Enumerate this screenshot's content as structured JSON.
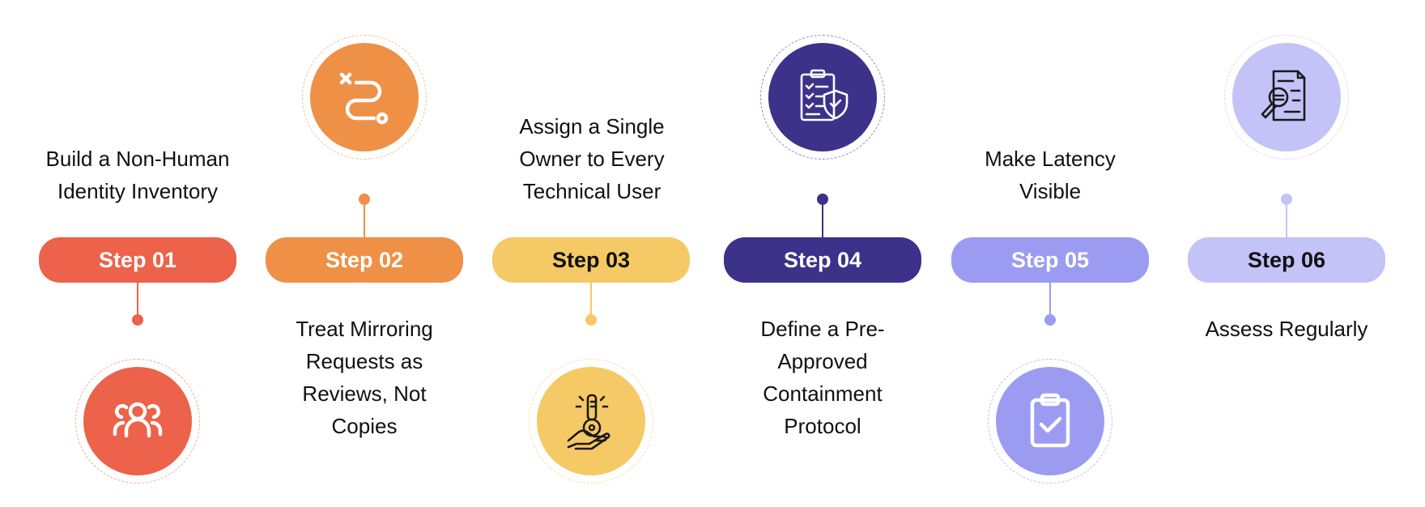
{
  "steps": [
    {
      "step": "Step 01",
      "label_lines": [
        "Build a Non-Human",
        "Identity Inventory"
      ],
      "icon": "team-users-icon",
      "color": "#ec624a",
      "text_color": "#ffffff",
      "ring_color": "#f4a493"
    },
    {
      "step": "Step 02",
      "label_lines": [
        "Treat Mirroring",
        "Requests as",
        "Reviews, Not",
        "Copies"
      ],
      "icon": "route-path-icon",
      "color": "#ef9047",
      "text_color": "#ffffff",
      "ring_color": "#f6bd92"
    },
    {
      "step": "Step 03",
      "label_lines": [
        "Assign a Single",
        "Owner to Every",
        "Technical User"
      ],
      "icon": "key-hand-icon",
      "color": "#f5c965",
      "text_color": "#111111",
      "ring_color": "#f8dda0"
    },
    {
      "step": "Step 04",
      "label_lines": [
        "Define a Pre-",
        "Approved",
        "Containment",
        "Protocol"
      ],
      "icon": "clipboard-shield-icon",
      "color": "#3d3289",
      "text_color": "#ffffff",
      "ring_color": "#8f87c7"
    },
    {
      "step": "Step 05",
      "label_lines": [
        "Make Latency",
        "Visible"
      ],
      "icon": "clipboard-check-icon",
      "color": "#9b9cf1",
      "text_color": "#ffffff",
      "ring_color": "#bcbdf5"
    },
    {
      "step": "Step 06",
      "label_lines": [
        "Assess Regularly"
      ],
      "icon": "document-search-icon",
      "color": "#c3c3f8",
      "text_color": "#111111",
      "ring_color": "#d6d6fa"
    }
  ]
}
